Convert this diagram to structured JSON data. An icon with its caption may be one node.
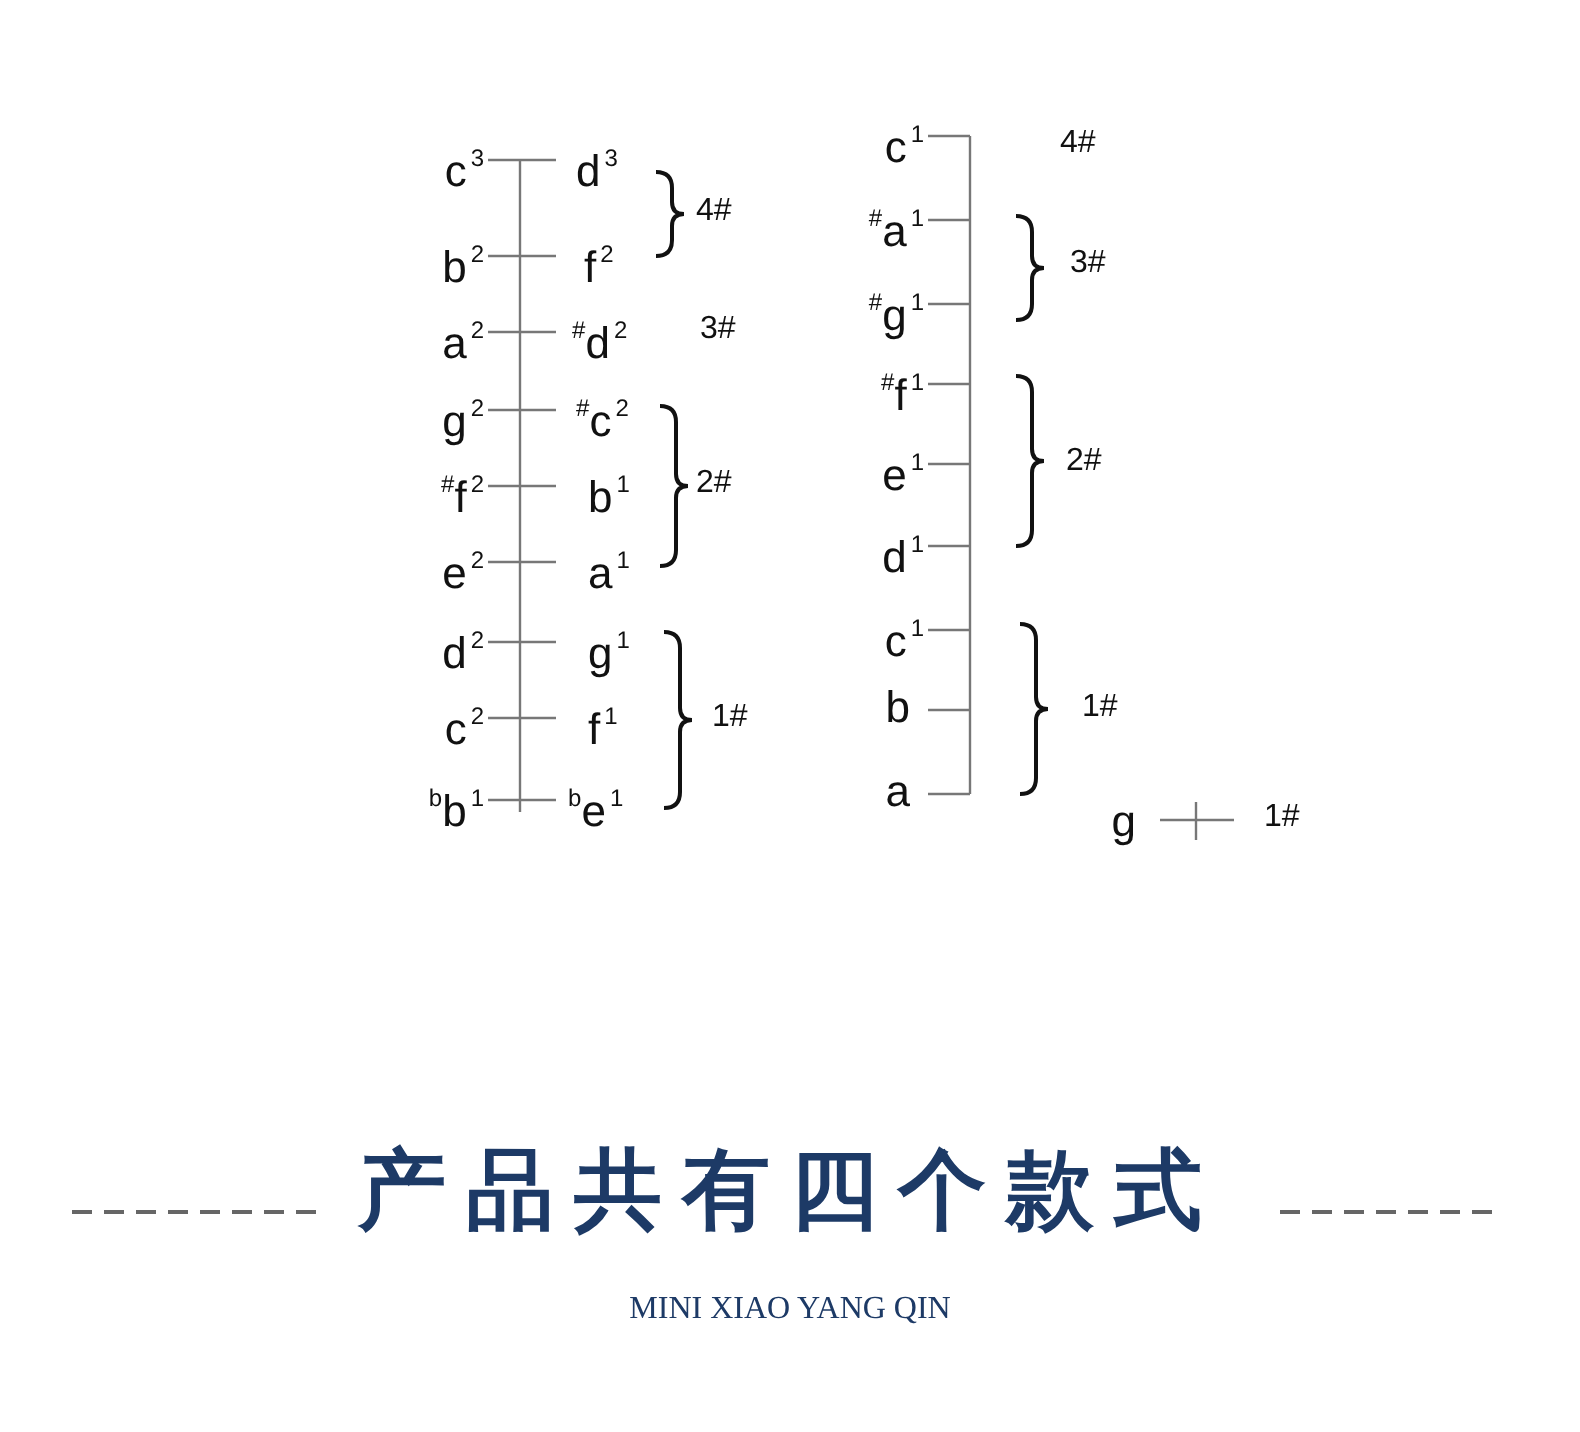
{
  "diagram": {
    "title": "产品共有四个款式",
    "caption": "MINI XIAO YANG QIN",
    "labels": [
      "c$^{3}$",
      "d$^{3}$",
      "4#",
      "b$^{2}$",
      "f$^{2}$",
      "a$^{2}$",
      "$^{#}$d$^{2}$",
      "3#",
      "g$^{2}$",
      "$^{#}$c$^{2}$",
      "$^{#}$f$^{2}$",
      "b$^{1}$",
      "2#",
      "e$^{2}$",
      "a$^{1}$",
      "d$^{2}$",
      "g$^{1}$",
      "c$^{2}$",
      "f$^{1}$",
      "1#",
      "$^{b}$b$^{1}$",
      "$^{b}$e$^{1}$",
      "c$^{1}$",
      "4#",
      "$^{#}$a$^{1}$",
      "3#",
      "$^{#}$g$^{1}$",
      "$^{#}$f$^{1}$",
      "2#",
      "e$^{1}$",
      "d$^{1}$",
      "c$^{1}$",
      "1#",
      "b",
      "a",
      "g",
      "1#"
    ]
  }
}
